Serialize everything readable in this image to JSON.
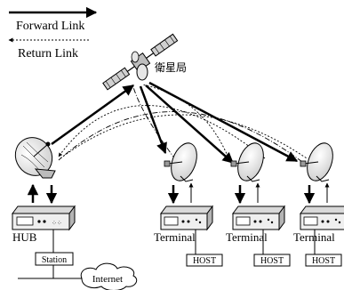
{
  "legend": {
    "forward": "Forward Link",
    "return": "Return Link"
  },
  "satellite": {
    "label": "衛星局"
  },
  "hub": {
    "label": "HUB",
    "station": "Station",
    "internet": "Internet"
  },
  "terminals": [
    {
      "label": "Terminal",
      "host": "HOST"
    },
    {
      "label": "Terminal",
      "host": "HOST"
    },
    {
      "label": "Terminal",
      "host": "HOST"
    }
  ]
}
